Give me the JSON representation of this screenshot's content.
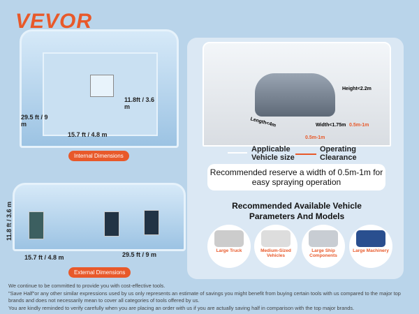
{
  "brand": "VEVOR",
  "internal": {
    "height": "11.8ft / 3.6 m",
    "depth": "29.5 ft / 9 m",
    "width": "15.7 ft / 4.8 m",
    "label": "Internal Dimensions"
  },
  "external": {
    "height": "11.8 ft / 3.6 m",
    "width": "15.7 ft / 4.8 m",
    "length": "29.5 ft / 9 m",
    "label": "External Dimensions"
  },
  "diagram": {
    "height": "Height<2.2m",
    "length": "Length<4m",
    "width": "Width<1.75m",
    "clearance_1": "0.5m-1m",
    "clearance_2": "0.5m-1m",
    "legend_vehicle": "Applicable Vehicle size",
    "legend_clearance": "Operating Clearance"
  },
  "recommendation": "Recommended reserve a width of 0.5m-1m for easy spraying operation",
  "models": {
    "title": "Recommended Available Vehicle Parameters And Models",
    "items": [
      {
        "label": "Large Truck",
        "icon": "truck-icon"
      },
      {
        "label": "Medium-Sized Vehicles",
        "icon": "van-icon"
      },
      {
        "label": "Large Ship Components",
        "icon": "yacht-icon"
      },
      {
        "label": "Large Machinery",
        "icon": "tractor-icon"
      }
    ]
  },
  "disclaimer": [
    "We continue to be committed to provide you with cost-effective tools.",
    "\"Save Half\"or any other similar expressions used by us only represents an estimate of savings you might benefit from buying certain tools with us compared to the major top brands and does not necessarily mean to cover all categories of tools offered by us.",
    "You are kindly reminded to verify carefully when you are placing an order with us if you are actually saving half in comparison with the top major brands."
  ],
  "colors": {
    "accent": "#e8592a",
    "background": "#b9d4ea"
  }
}
